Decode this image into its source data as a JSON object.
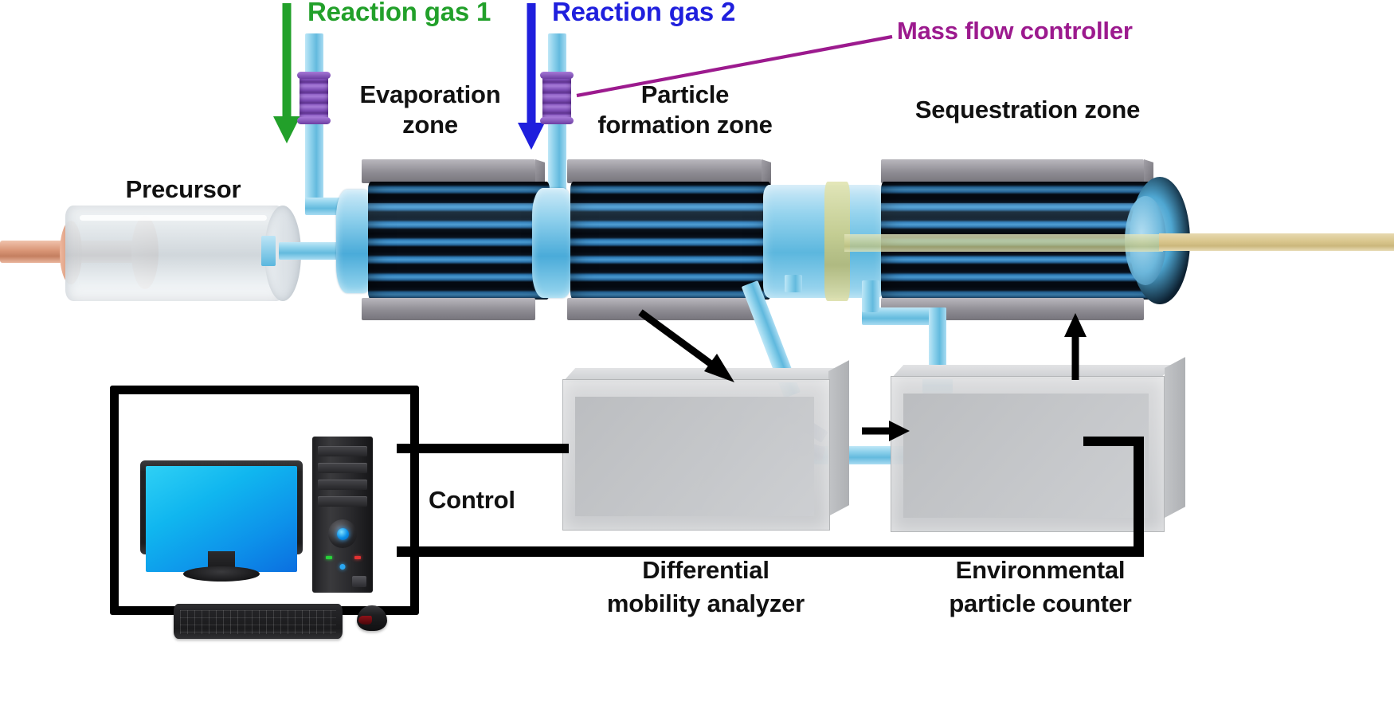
{
  "figure": {
    "title": "Aerosol nanoparticle synthesis reactor schematic",
    "background_color": "#ffffff"
  },
  "labels": {
    "reaction_gas_1": "Reaction gas 1",
    "reaction_gas_2": "Reaction gas 2",
    "mass_flow_controller": "Mass flow controller",
    "evaporation_zone_line1": "Evaporation",
    "evaporation_zone_line2": "zone",
    "particle_formation_line1": "Particle",
    "particle_formation_line2": "formation zone",
    "sequestration_zone": "Sequestration zone",
    "precursor": "Precursor",
    "control": "Control",
    "dma_line1": "Differential",
    "dma_line2": "mobility analyzer",
    "epc_line1": "Environmental",
    "epc_line2": "particle counter"
  },
  "colors": {
    "reaction_gas_1": "#22a02a",
    "reaction_gas_2": "#1f1fdd",
    "mass_flow_controller_label": "#9c1a8e",
    "mass_flow_controller_body": "#7b4bb3",
    "text": "#111111",
    "glass_tube": "#63bade",
    "furnace_dark": "#060b13",
    "furnace_blue": "#3d8dc6",
    "furnace_block_gray": "#8e8c93",
    "instrument_gray": "#c8cacd",
    "sequestration_rod": "#cfcf96",
    "monitor_screen": "#10b6ef",
    "precursor_copper": "#d18e6f",
    "wiring": "#000000"
  },
  "components": [
    {
      "name": "precursor-vessel",
      "label": "Precursor"
    },
    {
      "name": "evaporation-zone-furnace",
      "label": "Evaporation zone"
    },
    {
      "name": "particle-formation-zone-furnace",
      "label": "Particle formation zone"
    },
    {
      "name": "sequestration-zone-furnace",
      "label": "Sequestration zone"
    },
    {
      "name": "mass-flow-controller-1",
      "label": "Mass flow controller"
    },
    {
      "name": "mass-flow-controller-2",
      "label": "Mass flow controller"
    },
    {
      "name": "differential-mobility-analyzer",
      "label": "Differential mobility analyzer"
    },
    {
      "name": "environmental-particle-counter",
      "label": "Environmental particle counter"
    },
    {
      "name": "control-computer",
      "label": "Control"
    }
  ],
  "flow_arrows": [
    {
      "name": "reaction-gas-1-inlet-arrow",
      "direction": "down",
      "color": "#22a02a"
    },
    {
      "name": "reaction-gas-2-inlet-arrow",
      "direction": "down",
      "color": "#1f1fdd"
    },
    {
      "name": "flow-to-dma-arrow",
      "direction": "down-right",
      "color": "#000000"
    },
    {
      "name": "dma-to-epc-arrow",
      "direction": "right",
      "color": "#000000"
    },
    {
      "name": "epc-outlet-arrow",
      "direction": "up",
      "color": "#000000"
    }
  ]
}
